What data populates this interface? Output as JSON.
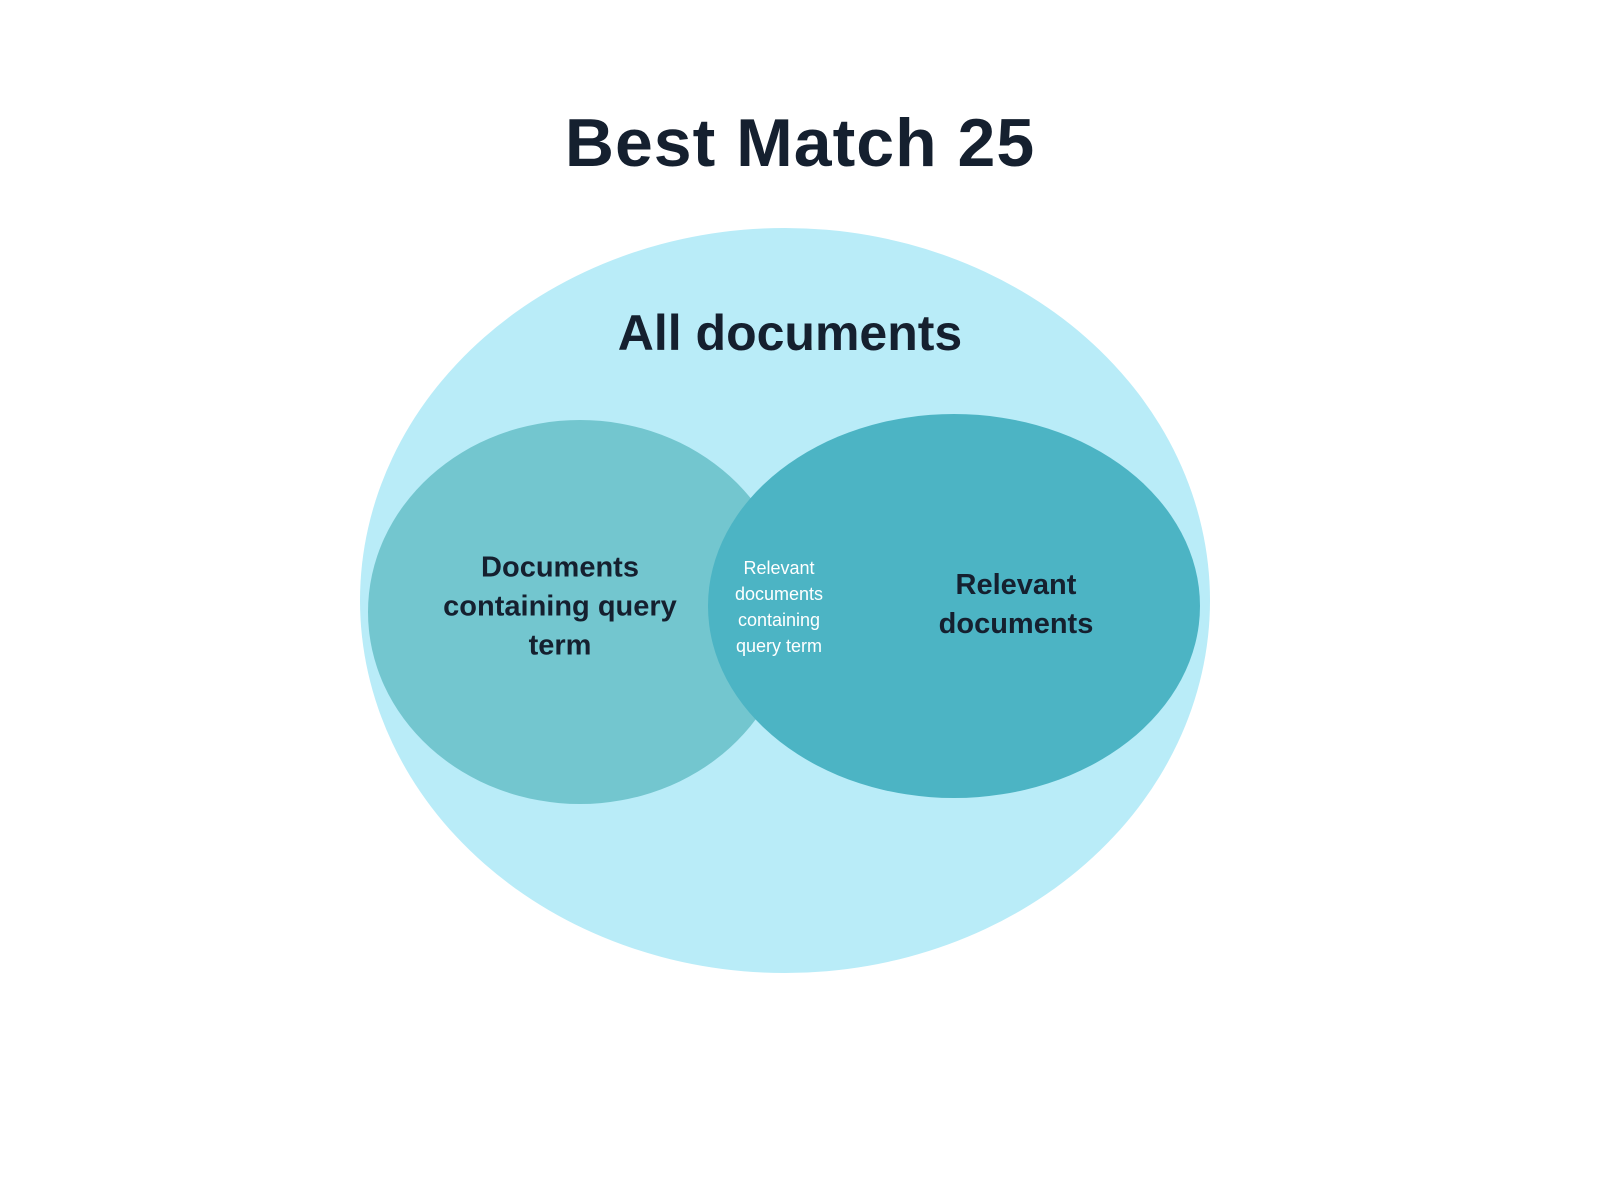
{
  "title": "Best Match 25",
  "venn": {
    "outer_label": "All documents",
    "left_label": "Documents containing query term",
    "intersection_label": "Relevant documents containing query term",
    "right_label": "Relevant documents"
  },
  "colors": {
    "background": "#ffffff",
    "outer_ellipse": "#b9ecf8",
    "left_ellipse": "#73c6cf",
    "right_ellipse": "#4cb4c4",
    "dark_text": "#15202f",
    "light_text": "#ffffff"
  }
}
